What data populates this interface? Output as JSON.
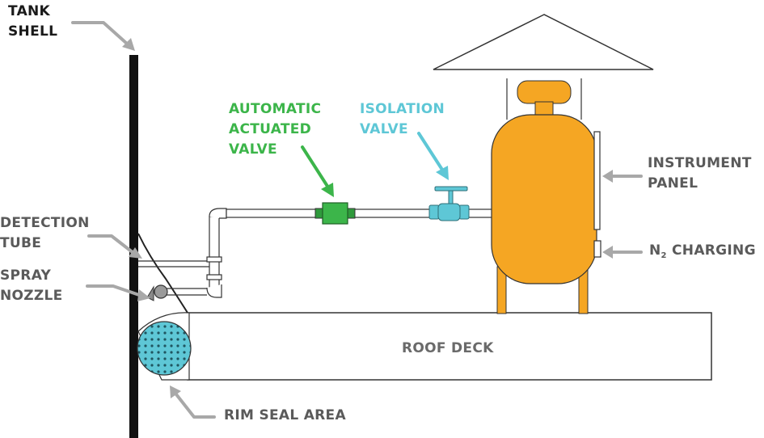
{
  "labels": {
    "tank_shell": [
      "TANK",
      "SHELL"
    ],
    "detection_tube": [
      "DETECTION",
      "TUBE"
    ],
    "spray_nozzle": [
      "SPRAY",
      "NOZZLE"
    ],
    "automatic_valve": [
      "AUTOMATIC",
      "ACTUATED",
      "VALVE"
    ],
    "isolation_valve": [
      "ISOLATION",
      "VALVE"
    ],
    "instrument_panel": [
      "INSTRUMENT",
      "PANEL"
    ],
    "n2_charging": {
      "prefix": "N",
      "subscript": "2",
      "suffix": " CHARGING"
    },
    "roof_deck": "ROOF DECK",
    "rim_seal_area": "RIM SEAL AREA"
  },
  "colors": {
    "tank": "#f5a623",
    "auto_valve": "#3cb54a",
    "isolation_valve": "#5ec7d6",
    "rim_seal": "#5ec7d6",
    "arrow": "#a8a8a8",
    "label_gray": "#5a5a5a",
    "shell": "#111111"
  }
}
